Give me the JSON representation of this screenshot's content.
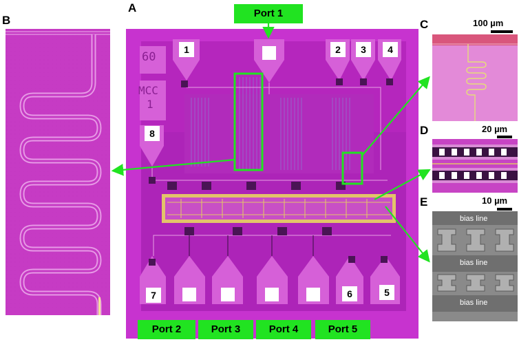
{
  "panels": {
    "a": "A",
    "b": "B",
    "c": "C",
    "d": "D",
    "e": "E"
  },
  "chip_marks": {
    "id": "60",
    "name_line1": "MCC",
    "name_line2": "1"
  },
  "pad_numbers": [
    "1",
    "2",
    "3",
    "4",
    "5",
    "6",
    "7",
    "8"
  ],
  "ports": {
    "p1": "Port 1",
    "p2": "Port 2",
    "p3": "Port 3",
    "p4": "Port 4",
    "p5": "Port 5"
  },
  "scale_bars": {
    "c": "100 µm",
    "d": "20 µm",
    "e": "10 µm"
  },
  "bias_labels": [
    "bias line",
    "bias line",
    "bias line"
  ],
  "colors": {
    "chip_magenta": "#c733cf",
    "chip_bg": "#b526bd",
    "pad_pink": "#d660d8",
    "green_callout": "#21e321",
    "gold": "#e3c36a",
    "sem_gray": "#8a8a8a"
  }
}
